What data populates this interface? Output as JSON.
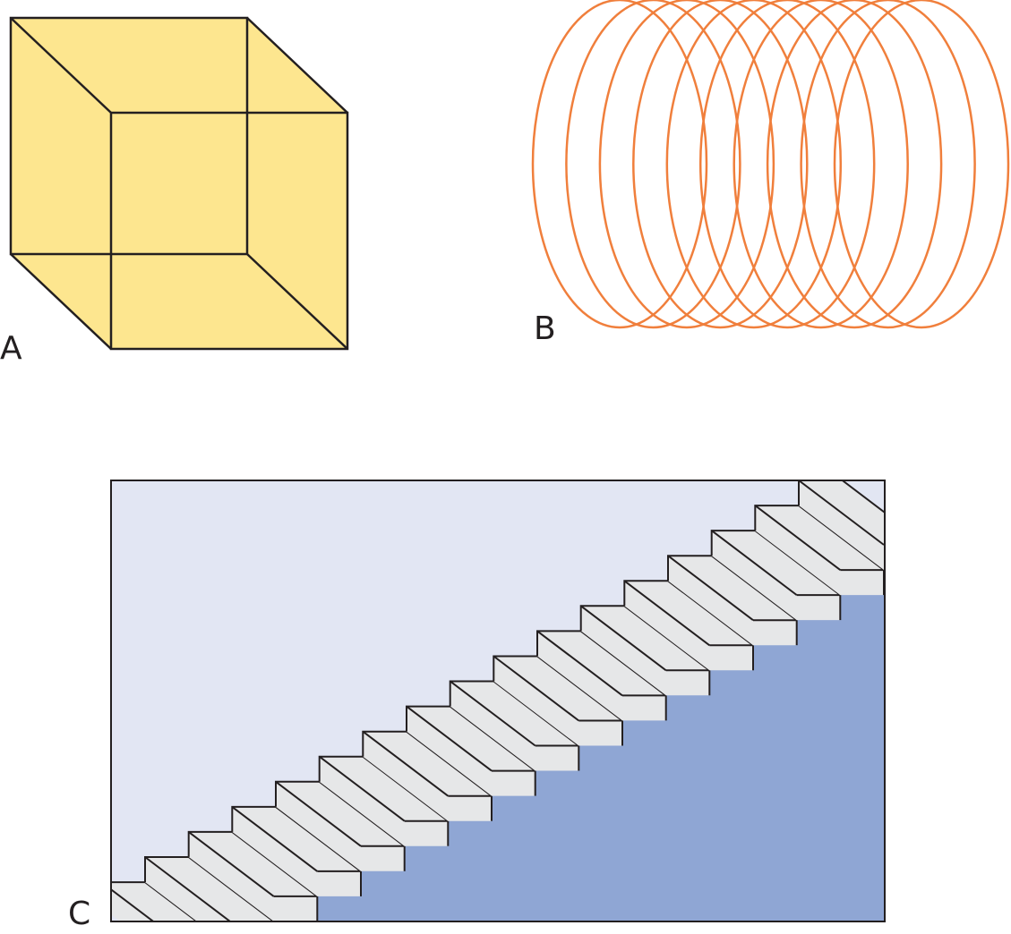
{
  "panels": {
    "a": {
      "label": "A",
      "fill_color": "#fde68f",
      "stroke_color": "#231f20"
    },
    "b": {
      "label": "B",
      "stroke_color": "#f07f3c",
      "circle_count": 10
    },
    "c": {
      "label": "C",
      "upper_color": "#e2e6f3",
      "lower_color": "#8fa6d4",
      "step_tread_color": "#e6e7e8",
      "stroke_color": "#231f20",
      "step_count": 16
    }
  }
}
